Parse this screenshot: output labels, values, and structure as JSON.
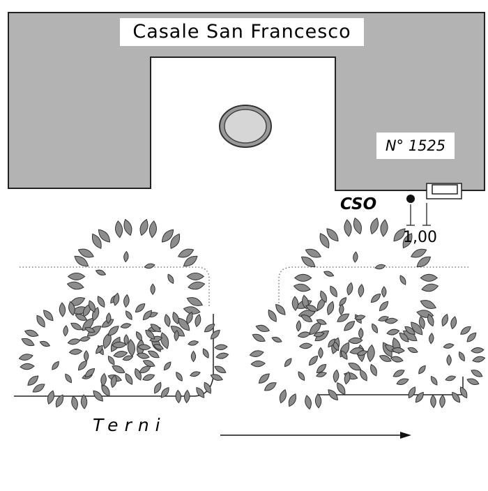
{
  "building": {
    "name": "Casale San Francesco",
    "fill": "#b3b3b3"
  },
  "house_number": "N° 1525",
  "marker": {
    "label": "CSO",
    "distance": "1,00"
  },
  "street": {
    "name": "Terni"
  },
  "colors": {
    "leaf": "#8c8c8c",
    "stroke": "#333333",
    "fountain": "#d6d6d6"
  },
  "icons": [
    "fountain-icon",
    "meter-box-icon",
    "point-marker-icon",
    "direction-arrow-icon",
    "hedge-icon"
  ]
}
